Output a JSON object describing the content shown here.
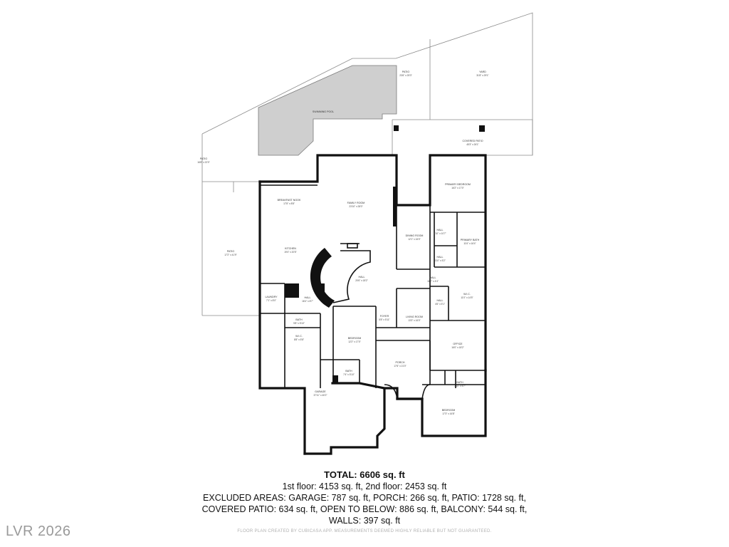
{
  "floor_plan": {
    "rooms": [
      {
        "key": "patio_top",
        "name": "PATIO",
        "dims": "23'6\" x 25'3\""
      },
      {
        "key": "yard",
        "name": "YARD",
        "dims": "31'8\" x 29'1\""
      },
      {
        "key": "pool",
        "name": "SWIMMING POOL",
        "dims": ""
      },
      {
        "key": "covered_patio",
        "name": "COVERED PATIO",
        "dims": "45'3\" x 26'1\""
      },
      {
        "key": "patio_left",
        "name": "PATIO",
        "dims": "16'8\" x 22'0\""
      },
      {
        "key": "patio_mid",
        "name": "PATIO",
        "dims": "17'2\" x 41'9\""
      },
      {
        "key": "breakfast",
        "name": "BREAKFAST NOOK",
        "dims": "17'8\" x 8'8\""
      },
      {
        "key": "family",
        "name": "FAMILY ROOM",
        "dims": "23'10\" x 28'0\""
      },
      {
        "key": "primary_bedroom",
        "name": "PRIMARY BEDROOM",
        "dims": "16'2\" x 17'0\""
      },
      {
        "key": "kitchen",
        "name": "KITCHEN",
        "dims": "19'4\" x 20'5\""
      },
      {
        "key": "dining",
        "name": "DINING ROOM",
        "dims": "12'1\" x 16'0\""
      },
      {
        "key": "hall1",
        "name": "HALL",
        "dims": "4'10\" x 10'7\""
      },
      {
        "key": "primary_bath",
        "name": "PRIMARY BATH",
        "dims": "11'6\" x 16'4\""
      },
      {
        "key": "hall2",
        "name": "HALL",
        "dims": "4'10\" x 5'2\""
      },
      {
        "key": "hall_center",
        "name": "HALL",
        "dims": "20'6\" x 18'2\""
      },
      {
        "key": "hall3",
        "name": "HALL",
        "dims": "16'7\" x 4'4\""
      },
      {
        "key": "laundry",
        "name": "LAUNDRY",
        "dims": "7'1\" x 8'0\""
      },
      {
        "key": "hall4",
        "name": "HALL",
        "dims": "16'4\" x 8'7\""
      },
      {
        "key": "wic1",
        "name": "W.I.C.",
        "dims": "11'0\" x 14'5\""
      },
      {
        "key": "hall5",
        "name": "HALL",
        "dims": "4'6\" x 5'1\""
      },
      {
        "key": "foyer",
        "name": "FOYER",
        "dims": "5'8\" x 5'11\""
      },
      {
        "key": "living",
        "name": "LIVING ROOM",
        "dims": "13'3\" x 16'0\""
      },
      {
        "key": "bath1",
        "name": "BATH",
        "dims": "9'8\" x 5'10\""
      },
      {
        "key": "wic2",
        "name": "W.I.C.",
        "dims": "8'8\" x 5'8\""
      },
      {
        "key": "bedroom1",
        "name": "BEDROOM",
        "dims": "12'2\" x 17'0\""
      },
      {
        "key": "office",
        "name": "OFFICE",
        "dims": "16'0\" x 18'2\""
      },
      {
        "key": "porch",
        "name": "PORCH",
        "dims": "17'6\" x 21'0\""
      },
      {
        "key": "bath2",
        "name": "BATH",
        "dims": "7'4\" x 5'10\""
      },
      {
        "key": "bath3",
        "name": "BATH",
        "dims": "7'10\" x 6'7\""
      },
      {
        "key": "garage",
        "name": "GARAGE",
        "dims": "37'11\" x 40'2\""
      },
      {
        "key": "bedroom2",
        "name": "BEDROOM",
        "dims": "17'3\" x 16'8\""
      }
    ]
  },
  "summary": {
    "total": "TOTAL: 6606 sq. ft",
    "floors": "1st floor: 4153 sq. ft, 2nd floor: 2453 sq. ft",
    "excluded_1": "EXCLUDED AREAS: GARAGE: 787 sq. ft, PORCH: 266 sq. ft, PATIO: 1728 sq. ft,",
    "excluded_2": "COVERED PATIO: 634 sq. ft, OPEN TO BELOW: 886 sq. ft, BALCONY: 544 sq. ft,",
    "walls": "WALLS: 397 sq. ft"
  },
  "credit": "FLOOR PLAN CREATED BY CUBICASA APP. MEASUREMENTS DEEMED HIGHLY RELIABLE BUT NOT GUARANTEED.",
  "watermark": "LVR 2026"
}
